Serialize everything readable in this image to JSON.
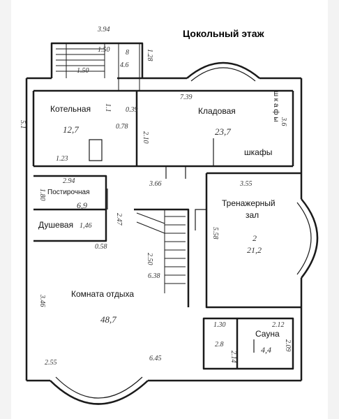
{
  "title": "Цокольный этаж",
  "colors": {
    "wall": "#1a1a1a",
    "paper": "#ffffff",
    "scan_edge": "#dcdcdc"
  },
  "rooms": {
    "boiler": {
      "name": "Котельная",
      "area": "12,7"
    },
    "storage": {
      "name": "Кладовая",
      "area": "23,7"
    },
    "wardrobes": {
      "name": "шкафы",
      "vertical": "ш к а ф ы"
    },
    "laundry": {
      "name": "Постирочная",
      "area": "6,9"
    },
    "shower": {
      "name": "Душевая",
      "area": "1,46"
    },
    "gym": {
      "name_line1": "Тренажерный",
      "name_line2": "зал",
      "area_line1": "2",
      "area_line2": "21,2"
    },
    "rest": {
      "name": "Комната отдыха",
      "area": "48,7"
    },
    "sauna": {
      "name": "Сауна",
      "area": "4,4"
    }
  },
  "dims": {
    "d_top": "3.94",
    "d_stair_a": "1.50",
    "d_stair_b": "1.50",
    "d_stair_c": "1.28",
    "d_stair_d": "8",
    "d_stair_e": "4.6",
    "d_storage_top": "7.39",
    "d_boiler_side": "1.1",
    "d_boiler_h1": "0.39",
    "d_boiler_h2": "0.78",
    "d_boiler_h3": "2.10",
    "d_boiler_bottom": "1.23",
    "d_left_wall": "5.1",
    "d_wardrobe": "3.6",
    "d_laundry_top": "2.94",
    "d_laundry_side": "1.80",
    "d_corridor": "3.66",
    "d_stair_len": "2.47",
    "d_gym_top": "3.55",
    "d_gym_side": "5.58",
    "d_stair_low1": "2.50",
    "d_stair_low2": "6.38",
    "d_small": "0.58",
    "d_rest_left": "3.46",
    "d_rest_bl": "2.55",
    "d_rest_bottom": "6.45",
    "d_sauna_a": "1.30",
    "d_sauna_b": "2.8",
    "d_sauna_c": "2.12",
    "d_sauna_d": "2.14",
    "d_sauna_e": "2.09"
  }
}
